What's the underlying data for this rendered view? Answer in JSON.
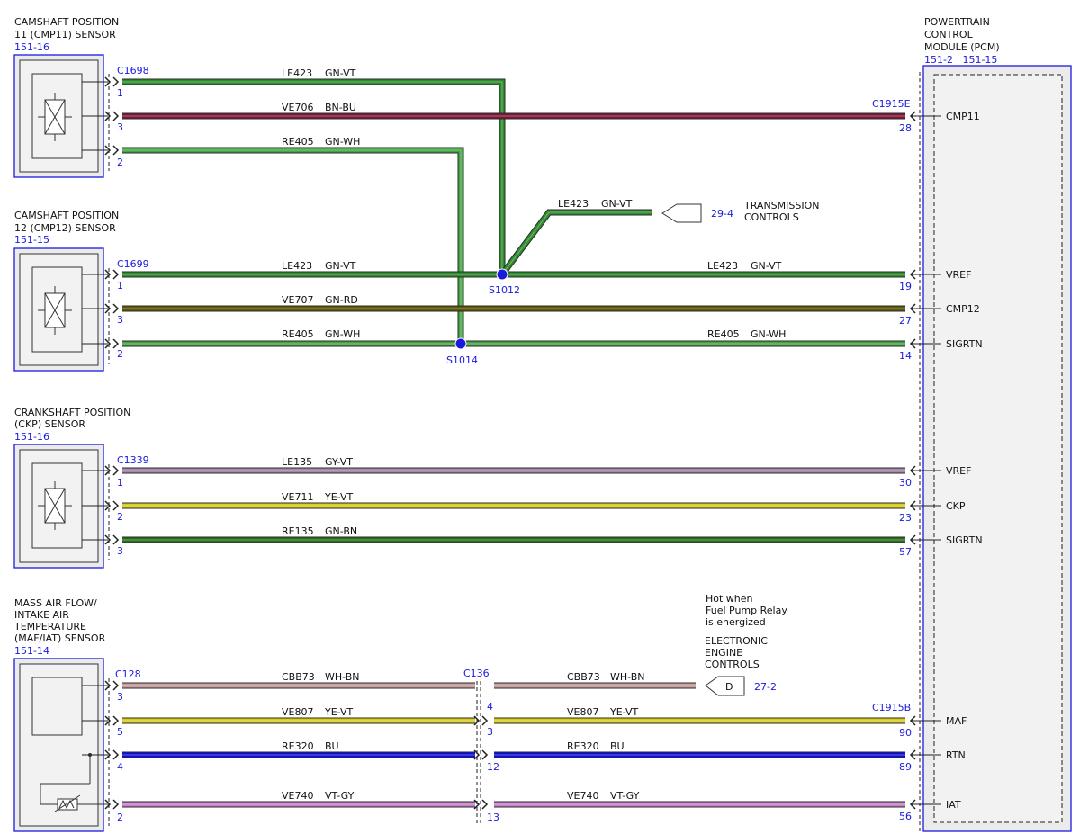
{
  "colors": {
    "blue": "#1a1adf",
    "GN-VT": "#2f8c2f",
    "BN-BU": "#7d1838",
    "GN-WH": "#43a443",
    "GN-RD": "#5f5a0a",
    "GY-VT": "#a58aa8",
    "YE-VT": "#d8cd18",
    "GN-BN": "#2a6e1c",
    "WH-BN": "#c7a0a0",
    "BU": "#0e10d8",
    "VT-GY": "#c67fcb"
  },
  "components": [
    {
      "key": "cmp11",
      "name_lines": [
        "CAMSHAFT POSITION",
        "11 (CMP11) SENSOR"
      ],
      "ref": "151-16",
      "connector": "C1698",
      "pins": [
        "1",
        "3",
        "2"
      ]
    },
    {
      "key": "cmp12",
      "name_lines": [
        "CAMSHAFT POSITION",
        "12 (CMP12) SENSOR"
      ],
      "ref": "151-15",
      "connector": "C1699",
      "pins": [
        "1",
        "3",
        "2"
      ]
    },
    {
      "key": "ckp",
      "name_lines": [
        "CRANKSHAFT POSITION",
        "(CKP) SENSOR"
      ],
      "ref": "151-16",
      "connector": "C1339",
      "pins": [
        "1",
        "2",
        "3"
      ]
    },
    {
      "key": "maf",
      "name_lines": [
        "MASS AIR FLOW/",
        "INTAKE AIR",
        "TEMPERATURE",
        "(MAF/IAT) SENSOR"
      ],
      "ref": "151-14",
      "connector": "C128",
      "pins": [
        "3",
        "5",
        "4",
        "2"
      ]
    }
  ],
  "pcm": {
    "name_lines": [
      "POWERTRAIN",
      "CONTROL",
      "MODULE (PCM)"
    ],
    "refs": "151-2   151-15",
    "connector_top": "C1915E",
    "connector_bottom": "C1915B",
    "pins": [
      {
        "label": "CMP11",
        "pin": "28"
      },
      {
        "label": "VREF",
        "pin": "19"
      },
      {
        "label": "CMP12",
        "pin": "27"
      },
      {
        "label": "SIGRTN",
        "pin": "14"
      },
      {
        "label": "VREF",
        "pin": "30"
      },
      {
        "label": "CKP",
        "pin": "23"
      },
      {
        "label": "SIGRTN",
        "pin": "57"
      },
      {
        "label": "MAF",
        "pin": "90"
      },
      {
        "label": "RTN",
        "pin": "89"
      },
      {
        "label": "IAT",
        "pin": "56"
      }
    ]
  },
  "wire_labels": [
    {
      "circuit": "LE423",
      "color": "GN-VT"
    },
    {
      "circuit": "VE706",
      "color": "BN-BU"
    },
    {
      "circuit": "RE405",
      "color": "GN-WH"
    },
    {
      "circuit": "LE423",
      "color": "GN-VT"
    },
    {
      "circuit": "LE423",
      "color": "GN-VT"
    },
    {
      "circuit": "LE423",
      "color": "GN-VT"
    },
    {
      "circuit": "VE707",
      "color": "GN-RD"
    },
    {
      "circuit": "RE405",
      "color": "GN-WH"
    },
    {
      "circuit": "RE405",
      "color": "GN-WH"
    },
    {
      "circuit": "LE135",
      "color": "GY-VT"
    },
    {
      "circuit": "VE711",
      "color": "YE-VT"
    },
    {
      "circuit": "RE135",
      "color": "GN-BN"
    },
    {
      "circuit": "CBB73",
      "color": "WH-BN"
    },
    {
      "circuit": "CBB73",
      "color": "WH-BN"
    },
    {
      "circuit": "VE807",
      "color": "YE-VT"
    },
    {
      "circuit": "VE807",
      "color": "YE-VT"
    },
    {
      "circuit": "RE320",
      "color": "BU"
    },
    {
      "circuit": "RE320",
      "color": "BU"
    },
    {
      "circuit": "VE740",
      "color": "VT-GY"
    },
    {
      "circuit": "VE740",
      "color": "VT-GY"
    }
  ],
  "splices": [
    "S1012",
    "S1014"
  ],
  "inline_connector": {
    "name": "C136",
    "pins_right": [
      "4",
      "3",
      "12",
      "13"
    ]
  },
  "transmission": {
    "ref": "29-4",
    "name_lines": [
      "TRANSMISSION",
      "CONTROLS"
    ]
  },
  "engine": {
    "ref": "27-2",
    "connector": "D",
    "note_lines": [
      "Hot when",
      "Fuel Pump Relay",
      "is energized"
    ],
    "name_lines": [
      "ELECTRONIC",
      "ENGINE",
      "CONTROLS"
    ]
  }
}
